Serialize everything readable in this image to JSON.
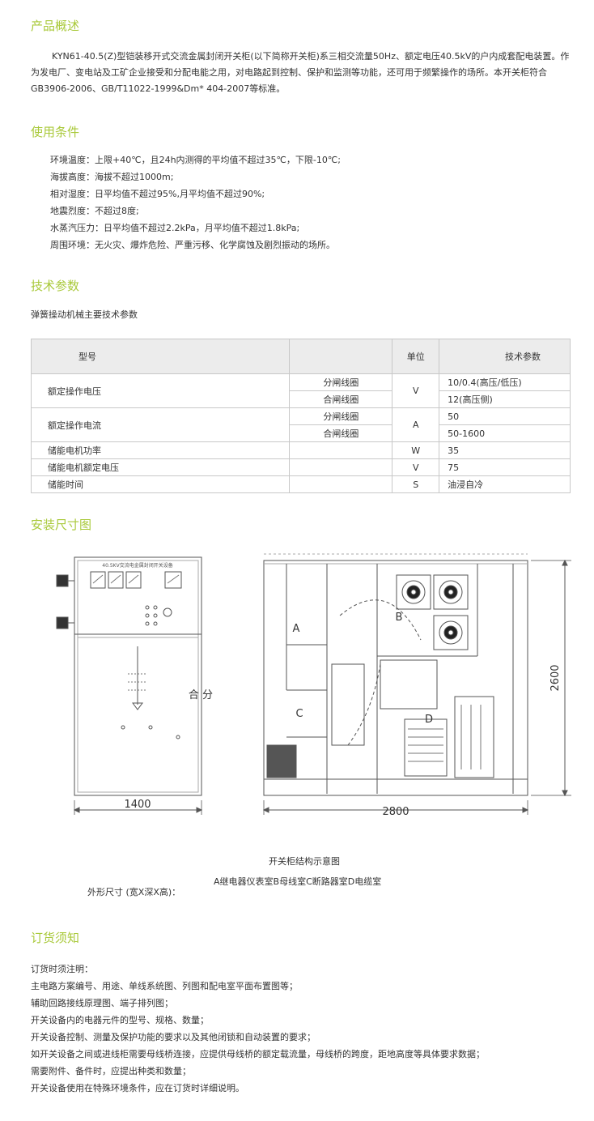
{
  "overview": {
    "heading": "产品概述",
    "text": "KYN61-40.5(Z)型铠装移开式交流金属封闭开关柜(以下简称开关柜)系三相交流量50Hz、额定电压40.5kV的户内成套配电装置。作为发电厂、变电站及工矿企业接受和分配电能之用，对电路起到控制、保护和监测等功能，还可用于频繁操作的场所。本开关柜符合GB3906-2006、GB/T11022-1999&Dm* 404-2007等标准。"
  },
  "conditions": {
    "heading": "使用条件",
    "items": [
      "环境温度：上限+40℃，且24h内测得的平均值不超过35℃，下限-10℃;",
      "海拔高度：海拔不超过1000m;",
      "相对湿度：日平均值不超过95%,月平均值不超过90%;",
      "地震烈度：不超过8度;",
      "水蒸汽压力：日平均值不超过2.2kPa，月平均值不超过1.8kPa;",
      "周围环境：无火灾、爆炸危险、严重污移、化学腐蚀及剧烈振动的场所。"
    ]
  },
  "tech": {
    "heading": "技术参数",
    "subtitle": "弹簧操动机械主要技术参数",
    "header": {
      "model": "型号",
      "unit": "单位",
      "param": "技术参数"
    },
    "rows": [
      {
        "name": "额定操作电压",
        "subs": [
          "分闸线圈",
          "合闸线圈"
        ],
        "unit": "V",
        "values": [
          "10/0.4(高压/低压)",
          "12(高压侧)"
        ]
      },
      {
        "name": "额定操作电流",
        "subs": [
          "分闸线圈",
          "合闸线圈"
        ],
        "unit": "A",
        "values": [
          "50",
          "50-1600"
        ]
      },
      {
        "name": "储能电机功率",
        "unit": "W",
        "value": "35"
      },
      {
        "name": "储能电机额定电压",
        "unit": "V",
        "value": "75"
      },
      {
        "name": "储能时间",
        "unit": "S",
        "value": "油浸自冷"
      }
    ]
  },
  "install": {
    "heading": "安装尺寸图",
    "front_label": "40.5KV交流电金属封闭开关设备",
    "front_switch": "合 分",
    "dim_width": "1400",
    "dim_depth": "2800",
    "dim_height": "2600",
    "comp_a": "A",
    "comp_b": "B",
    "comp_c": "C",
    "comp_d": "D",
    "caption": "开关柜结构示意图",
    "outline": "外形尺寸 (宽X深X高)：",
    "legend": "A继电器仪表室B母线室C断路器室D电缆室"
  },
  "order": {
    "heading": "订货须知",
    "items": [
      "订货时须注明：",
      "主电路方案编号、用途、单线系统图、列图和配电室平面布置图等；",
      "辅助回路接线原理图、端子排列图；",
      "开关设备内的电器元件的型号、规格、数量；",
      "开关设备控制、测量及保护功能的要求以及其他闭锁和自动装置的要求；",
      "如开关设备之间或进线柜需要母线桥连接，应提供母线桥的额定载流量，母线桥的跨度，距地高度等具体要求数据；",
      "需要附件、备件时，应提出种类和数量；",
      "开关设备使用在特殊环境条件，应在订货时详细说明。"
    ]
  }
}
